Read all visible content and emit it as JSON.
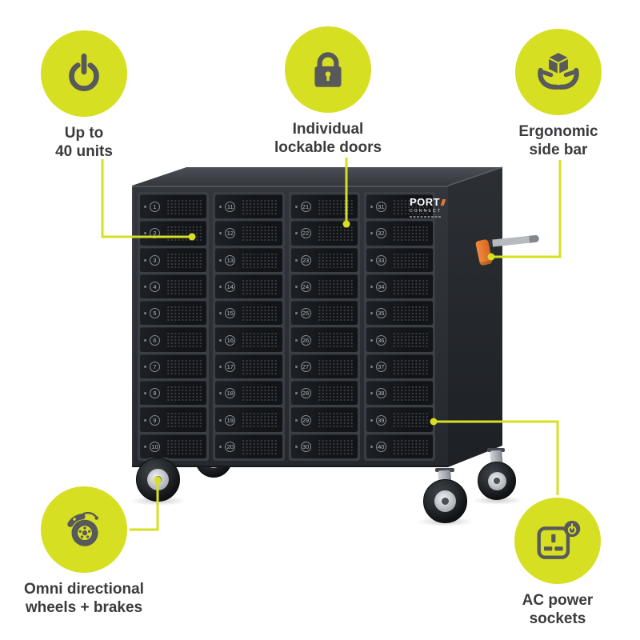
{
  "colors": {
    "accent": "#d7df23",
    "icon_gray": "#58595b",
    "label_text": "#3a3b3d",
    "handle_orange": "#e8762d"
  },
  "features": {
    "units": {
      "icon": "power-icon",
      "line1": "Up to",
      "line2": "40 units"
    },
    "lockable": {
      "icon": "padlock-icon",
      "line1": "Individual",
      "line2": "lockable doors"
    },
    "ergonomic": {
      "icon": "hands-holding-box-icon",
      "line1": "Ergonomic",
      "line2": "side bar"
    },
    "wheels": {
      "icon": "brake-disc-icon",
      "line1": "Omni directional",
      "line2": "wheels + brakes"
    },
    "sockets": {
      "icon": "power-socket-icon",
      "line1": "AC power",
      "line2": "sockets"
    }
  },
  "cart": {
    "brand": "PORT",
    "brand_sub": "CONNECT",
    "columns": [
      {
        "doors": [
          1,
          2,
          3,
          4,
          5,
          6,
          7,
          8,
          9,
          10
        ]
      },
      {
        "doors": [
          11,
          12,
          13,
          14,
          15,
          16,
          17,
          18,
          19,
          20
        ]
      },
      {
        "doors": [
          21,
          22,
          23,
          24,
          25,
          26,
          27,
          28,
          29,
          30
        ]
      },
      {
        "doors": [
          31,
          32,
          33,
          34,
          35,
          36,
          37,
          38,
          39,
          40
        ]
      }
    ]
  }
}
